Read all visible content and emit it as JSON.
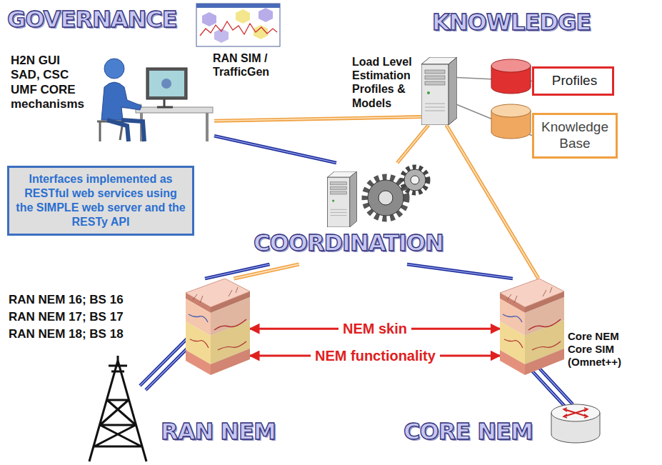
{
  "diagram": {
    "nodes": [
      {
        "text": [
          "GOVERNANCE",
          "H2N GUI SAD, CSC UMF CORE mechanisms",
          "RAN SIM / TrafficGen"
        ]
      },
      {
        "text": [
          "KNOWLEDGE",
          "Load Level Estimation Profiles & Models"
        ]
      },
      {
        "text": [
          "Profiles"
        ]
      },
      {
        "text": [
          "Knowledge Base"
        ]
      },
      {
        "text": [
          "Interfaces implemented as RESTful web services using the SIMPLE web server and the RESTy API"
        ]
      },
      {
        "text": [
          "COORDINATION"
        ]
      },
      {
        "text": [
          "RAN NEM",
          "RAN NEM 16; BS 16",
          "RAN NEM 17; BS 17",
          "RAN NEM 18; BS 18"
        ]
      },
      {
        "text": [
          "CORE NEM",
          "Core NEM Core SIM (Omnet++)"
        ]
      }
    ],
    "edges": [
      {
        "from": 0,
        "to": 1,
        "arrow": "none"
      },
      {
        "from": 0,
        "to": 5,
        "arrow": "none"
      },
      {
        "from": 1,
        "to": 5,
        "arrow": "none"
      },
      {
        "from": 1,
        "to": 2,
        "arrow": "none"
      },
      {
        "from": 1,
        "to": 3,
        "arrow": "none"
      },
      {
        "from": 1,
        "to": 7,
        "arrow": "none"
      },
      {
        "from": 5,
        "to": 6,
        "arrow": "none"
      },
      {
        "from": 5,
        "to": 6,
        "arrow": "none"
      },
      {
        "from": 5,
        "to": 7,
        "arrow": "none"
      },
      {
        "from": 6,
        "to": 7,
        "label": "NEM skin",
        "arrow": "both"
      },
      {
        "from": 6,
        "to": 7,
        "label": "NEM functionality",
        "arrow": "both"
      }
    ]
  }
}
